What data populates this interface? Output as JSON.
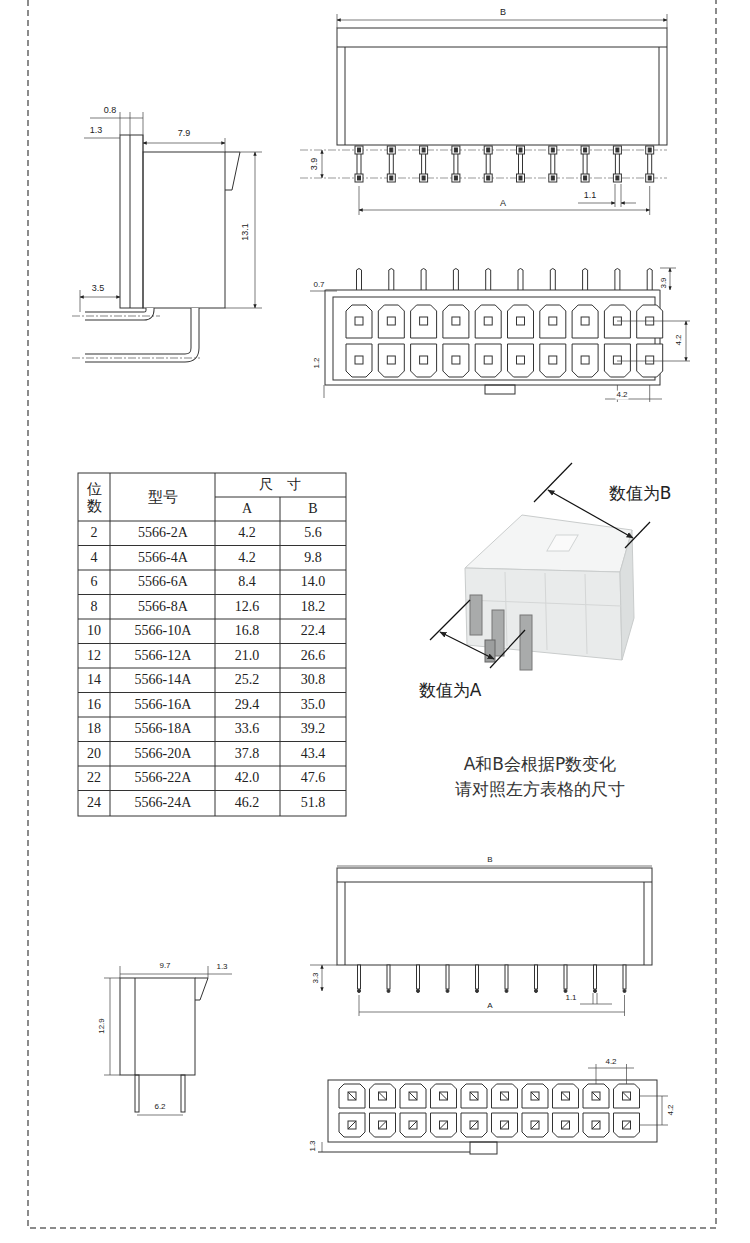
{
  "diagram": {
    "labels": [
      "0.8",
      "1.3",
      "7.9",
      "13.1",
      "3.5",
      "B",
      "3.9",
      "1.1",
      "A",
      "0.7",
      "3.9",
      "4.2",
      "1.2",
      "4.2",
      "位数",
      "型号",
      "尺　寸",
      "A",
      "B",
      "2",
      "5566-2A",
      "4.2",
      "5.6",
      "4",
      "5566-4A",
      "4.2",
      "9.8",
      "6",
      "5566-6A",
      "8.4",
      "14.0",
      "8",
      "5566-8A",
      "12.6",
      "18.2",
      "10",
      "5566-10A",
      "16.8",
      "22.4",
      "12",
      "5566-12A",
      "21.0",
      "26.6",
      "14",
      "5566-14A",
      "25.2",
      "30.8",
      "16",
      "5566-16A",
      "29.4",
      "35.0",
      "18",
      "5566-18A",
      "33.6",
      "39.2",
      "20",
      "5566-20A",
      "37.8",
      "43.4",
      "22",
      "5566-22A",
      "42.0",
      "47.6",
      "24",
      "5566-24A",
      "46.2",
      "51.8",
      "数值为B",
      "数值为A",
      "A和B会根据P数变化 请对照左方表格的尺寸",
      "9.7",
      "1.3",
      "12.9",
      "6.2",
      "B",
      "3.3",
      "1.1",
      "A",
      "4.2",
      "4.2",
      "1.3"
    ]
  }
}
